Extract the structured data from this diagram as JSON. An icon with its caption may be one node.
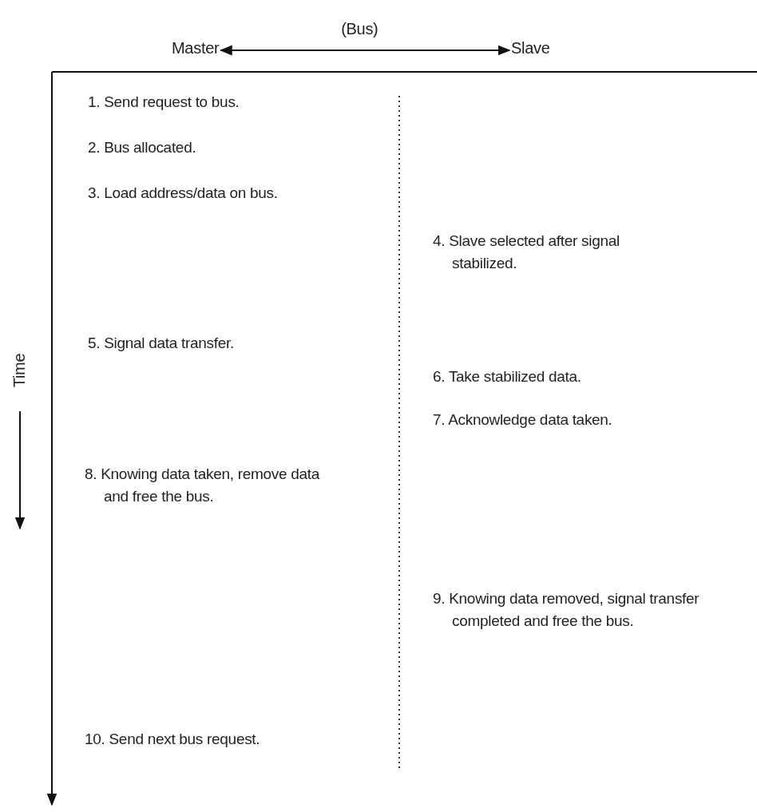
{
  "diagram": {
    "nodes": [
      {
        "text": [
          "Master"
        ]
      },
      {
        "text": [
          "Slave"
        ]
      }
    ],
    "edges": [
      {
        "from": 0,
        "to": 1,
        "arrow": "both",
        "label": "(Bus)"
      }
    ],
    "labels": [
      "1. Send request to bus.",
      "2. Bus allocated.",
      "3. Load address/data on bus.",
      "4. Slave selected after signal stabilized.",
      "5. Signal data transfer.",
      "6. Take stabilized data.",
      "7. Acknowledge data taken.",
      "8. Knowing data taken, remove data and free the bus.",
      "9. Knowing data removed, signal transfer completed and free the bus.",
      "10. Send next bus request.",
      "Time"
    ]
  }
}
